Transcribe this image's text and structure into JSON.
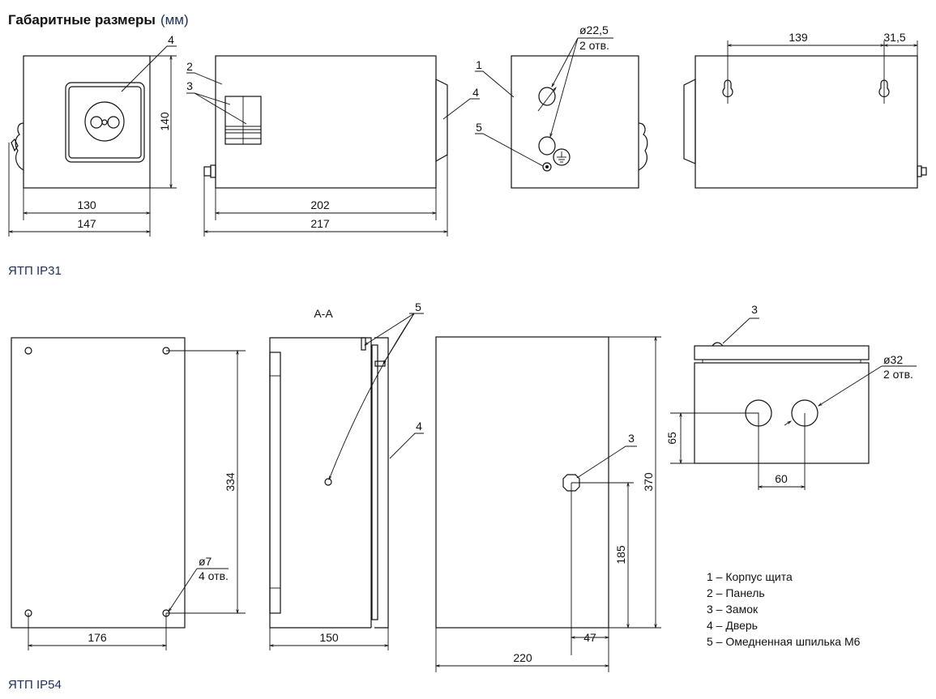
{
  "title": {
    "main": "Габаритные размеры",
    "unit": "(мм)"
  },
  "ip31": {
    "label": "ЯТП IP31",
    "front": {
      "callout_door": "4",
      "height": "140",
      "width_body": "130",
      "width_total": "147"
    },
    "side": {
      "callout_panel": "2",
      "callout_lock": "3",
      "callout_door": "4",
      "depth_body": "202",
      "depth_total": "217"
    },
    "bottom": {
      "callout_body": "1",
      "callout_stud": "5",
      "hole_diameter": "ø22,5",
      "hole_count": "2 отв."
    },
    "back": {
      "hole_spacing": "139",
      "hole_offset": "31,5"
    }
  },
  "ip54": {
    "label": "ЯТП IP54",
    "back": {
      "height_spacing": "334",
      "width_spacing": "176",
      "hole_diameter": "ø7",
      "hole_count": "4 отв."
    },
    "section": {
      "title": "A-A",
      "callout_stud": "5",
      "callout_door": "4",
      "depth": "150"
    },
    "front": {
      "callout_lock": "3",
      "height": "370",
      "lock_height": "185",
      "lock_offset": "47",
      "width": "220"
    },
    "bottom": {
      "callout_lock": "3",
      "hole_diameter": "ø32",
      "hole_count": "2 отв.",
      "hole_height": "65",
      "hole_spacing": "60"
    }
  },
  "legend": [
    "1 – Корпус щита",
    "2 – Панель",
    "3 – Замок",
    "4 – Дверь",
    "5 – Омедненная шпилька М6"
  ]
}
